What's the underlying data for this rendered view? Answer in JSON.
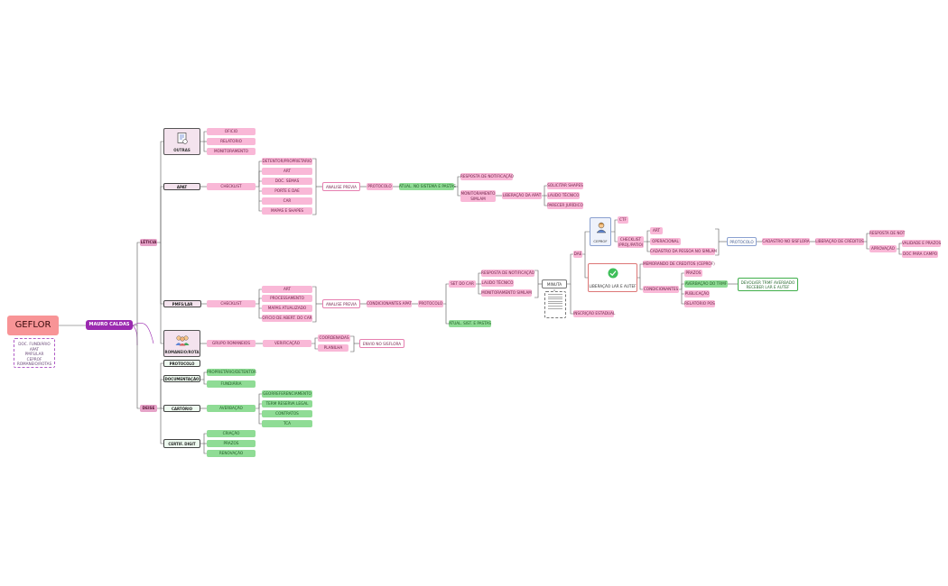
{
  "root": {
    "title": "GEFLOR",
    "note_lines": [
      "DOC. FUNDIÁRIO",
      "APAT",
      "PMFS/LAR",
      "CEPROF",
      "ROMANEIO/ROTAS"
    ]
  },
  "hub": "MAURO CALDAS",
  "setor": {
    "letica": "LÉTICIA",
    "deise": "DEISE"
  },
  "outras": {
    "label": "OUTRAS",
    "icon": "document-icon",
    "items": [
      "OFICIO",
      "RELATORIO",
      "MONITORAMENTO"
    ]
  },
  "apat": {
    "label": "APAT",
    "checklist": "CHECKLIST",
    "checklist_items": [
      "DETENTOR/PROPRIETARIO",
      "ART",
      "DOC. SEMAS",
      "PORTE E DAE",
      "CAR",
      "MAPAS E SHAPES"
    ],
    "analise": "ANALISE PREVIA",
    "protocolo": "PROTOCOLO",
    "atual": "ATUAL. NO SISTEMA E PASTAS",
    "resposta": "RESPOSTA DE NOTIFICAÇÃO",
    "monitoramento": "MONITORAMENTO SIMLAM",
    "liberacao": "LIBERAÇÃO DA APAT",
    "lib_items": [
      "SOLICITAR SHAPES",
      "LAUDO TÉCNICO",
      "PARECER JURÍDICO"
    ]
  },
  "pmfs": {
    "label": "PMFS/LAR",
    "checklist": "CHECKLIST",
    "checklist_items": [
      "ART",
      "PROCESSAMENTO",
      "MAPAS ATUALIZADO",
      "OFICIO DE ABERT. DO CAR"
    ],
    "analise": "ANALISE PREVIA",
    "condicionantes": "CONDICIONANTES APAT",
    "protocolo": "PROTOCOLO",
    "set_car": "SET DO CAR",
    "car_items": [
      "RESPOSTA DE NOTIFICAÇÃO",
      "LAUDO TÉCNICO",
      "MONITORAMENTO SIMLAM"
    ],
    "atual": "ATUAL. SIST. E PASTAS",
    "minuta": "MINUTA",
    "dae": "DAE",
    "inscricao": "INSCRIÇÃO ESTADUAL",
    "ceprof": "CEPROF",
    "ctf": "CTF",
    "checklist2": "CHECKLIST (PROJ./PATIO)",
    "ceprof_items": [
      "ART",
      "OPERACIONAL",
      "CADASTRO DA PESSOA NO SIMLAM"
    ],
    "protocolo2": "PROTOCOLO",
    "cadastro_sisflora": "CADASTRO NO SISFLORA",
    "liberacao_creditos": "LIBERAÇÃO DE CRÉDITOS",
    "resposta_not": "RESPOSTA DE NOT",
    "aprovacao": "APROVAÇÃO",
    "aprov_items": [
      "VALIDADE E PRAZOS",
      "DOC PARA CAMPO"
    ],
    "lib_lar": "LIBERAÇÃO LAR E AUTEF",
    "memorando": "MEMORANDO DE CREDITOS (CEPROF)",
    "condicionantes2": "CONDICIONANTES",
    "cond_items": [
      "PRAZOS",
      "AVERBAÇÃO DO TRMF",
      "PUBLICAÇÃO",
      "RELATÓRIO POS"
    ],
    "devolver": [
      "DEVOLVER TRMF AVERBADO",
      "RECEBER LAR E AUTEF"
    ]
  },
  "romaneio": {
    "label": "ROMANEIO/ROTA",
    "grupo": "GRUPO ROMANEIOS",
    "verificacao": "VERIFICAÇÃO",
    "items": [
      "COORDENADAS",
      "PLANILHA"
    ],
    "envio": "ENVIO NO SISFLORA"
  },
  "deise_items": {
    "protocolo": "PROTOCOLO",
    "documentacao": "DOCUMENTAÇÃO",
    "doc_items": [
      "PROPRIETÁRIO/DETENTOR",
      "FUNDIÁRIA"
    ],
    "cartorio": "CARTÓRIO",
    "averbacao": "AVERBAÇÃO",
    "av_items": [
      "GEORREFERENCIAMENTO",
      "TERM RESERVA LEGAL",
      "CONTRATOS",
      "TCA"
    ],
    "certif": "CERTIF. DIGIT",
    "cert_items": [
      "CRIAÇÃO",
      "PRAZOS",
      "RENOVAÇÃO"
    ]
  },
  "colors": {
    "root": "#f89496",
    "hub": "#9b2ab0",
    "pink": "#f9b8d7",
    "green": "#8fdc95",
    "line": "#555555"
  }
}
